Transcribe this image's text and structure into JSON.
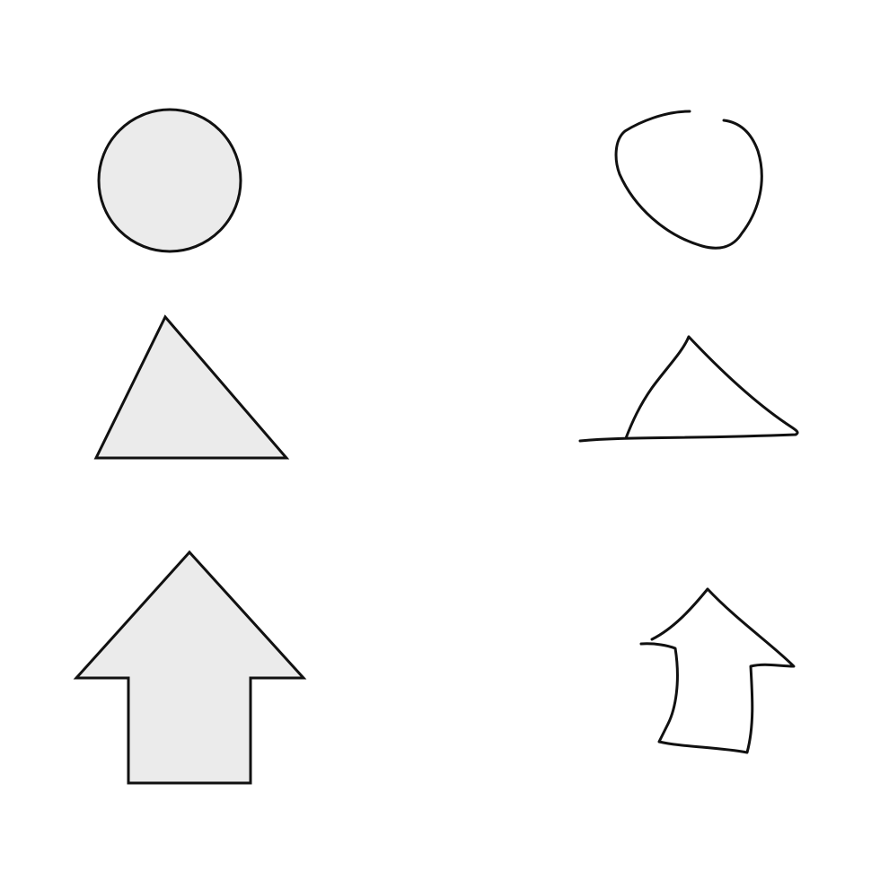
{
  "colors": {
    "background": "#ffffff",
    "fill": "#ebebeb",
    "stroke": "#111111"
  },
  "shapes": {
    "filled": [
      "circle",
      "triangle",
      "up-arrow"
    ],
    "sketched": [
      "circle",
      "triangle",
      "up-arrow"
    ]
  }
}
